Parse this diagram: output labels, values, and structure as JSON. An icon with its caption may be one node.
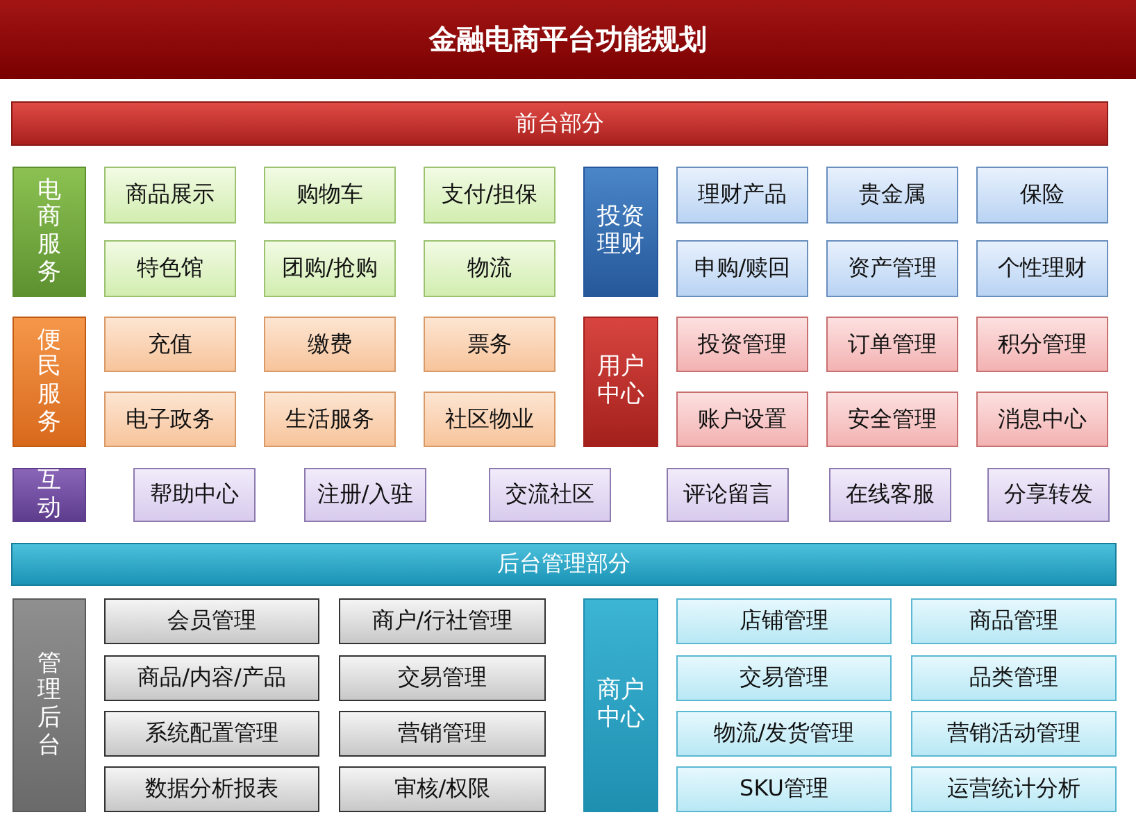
{
  "diagram": {
    "title": "金融电商平台功能规划",
    "nodes": [
      {
        "text": [
          "前台部分"
        ]
      },
      {
        "text": [
          "电商服务"
        ]
      },
      {
        "text": [
          "商品展示"
        ]
      },
      {
        "text": [
          "购物车"
        ]
      },
      {
        "text": [
          "支付/担保"
        ]
      },
      {
        "text": [
          "投资理财"
        ]
      },
      {
        "text": [
          "理财产品"
        ]
      },
      {
        "text": [
          "贵金属"
        ]
      },
      {
        "text": [
          "保险"
        ]
      },
      {
        "text": [
          "特色馆"
        ]
      },
      {
        "text": [
          "团购/抢购"
        ]
      },
      {
        "text": [
          "物流"
        ]
      },
      {
        "text": [
          "申购/赎回"
        ]
      },
      {
        "text": [
          "资产管理"
        ]
      },
      {
        "text": [
          "个性理财"
        ]
      },
      {
        "text": [
          "便民服务"
        ]
      },
      {
        "text": [
          "充值"
        ]
      },
      {
        "text": [
          "缴费"
        ]
      },
      {
        "text": [
          "票务"
        ]
      },
      {
        "text": [
          "用户中心"
        ]
      },
      {
        "text": [
          "投资管理"
        ]
      },
      {
        "text": [
          "订单管理"
        ]
      },
      {
        "text": [
          "积分管理"
        ]
      },
      {
        "text": [
          "电子政务"
        ]
      },
      {
        "text": [
          "生活服务"
        ]
      },
      {
        "text": [
          "社区物业"
        ]
      },
      {
        "text": [
          "账户设置"
        ]
      },
      {
        "text": [
          "安全管理"
        ]
      },
      {
        "text": [
          "消息中心"
        ]
      },
      {
        "text": [
          "互动"
        ]
      },
      {
        "text": [
          "帮助中心"
        ]
      },
      {
        "text": [
          "注册/入驻"
        ]
      },
      {
        "text": [
          "交流社区"
        ]
      },
      {
        "text": [
          "评论留言"
        ]
      },
      {
        "text": [
          "在线客服"
        ]
      },
      {
        "text": [
          "分享转发"
        ]
      },
      {
        "text": [
          "后台管理部分"
        ]
      },
      {
        "text": [
          "管理后台"
        ]
      },
      {
        "text": [
          "会员管理"
        ]
      },
      {
        "text": [
          "商户/行社管理"
        ]
      },
      {
        "text": [
          "商户中心"
        ]
      },
      {
        "text": [
          "店铺管理"
        ]
      },
      {
        "text": [
          "商品管理"
        ]
      },
      {
        "text": [
          "商品/内容/产品"
        ]
      },
      {
        "text": [
          "交易管理"
        ]
      },
      {
        "text": [
          "交易管理"
        ]
      },
      {
        "text": [
          "品类管理"
        ]
      },
      {
        "text": [
          "系统配置管理"
        ]
      },
      {
        "text": [
          "营销管理"
        ]
      },
      {
        "text": [
          "物流/发货管理"
        ]
      },
      {
        "text": [
          "营销活动管理"
        ]
      },
      {
        "text": [
          "数据分析报表"
        ]
      },
      {
        "text": [
          "审核/权限"
        ]
      },
      {
        "text": [
          "SKU管理"
        ]
      },
      {
        "text": [
          "运营统计分析"
        ]
      }
    ],
    "edges": []
  }
}
